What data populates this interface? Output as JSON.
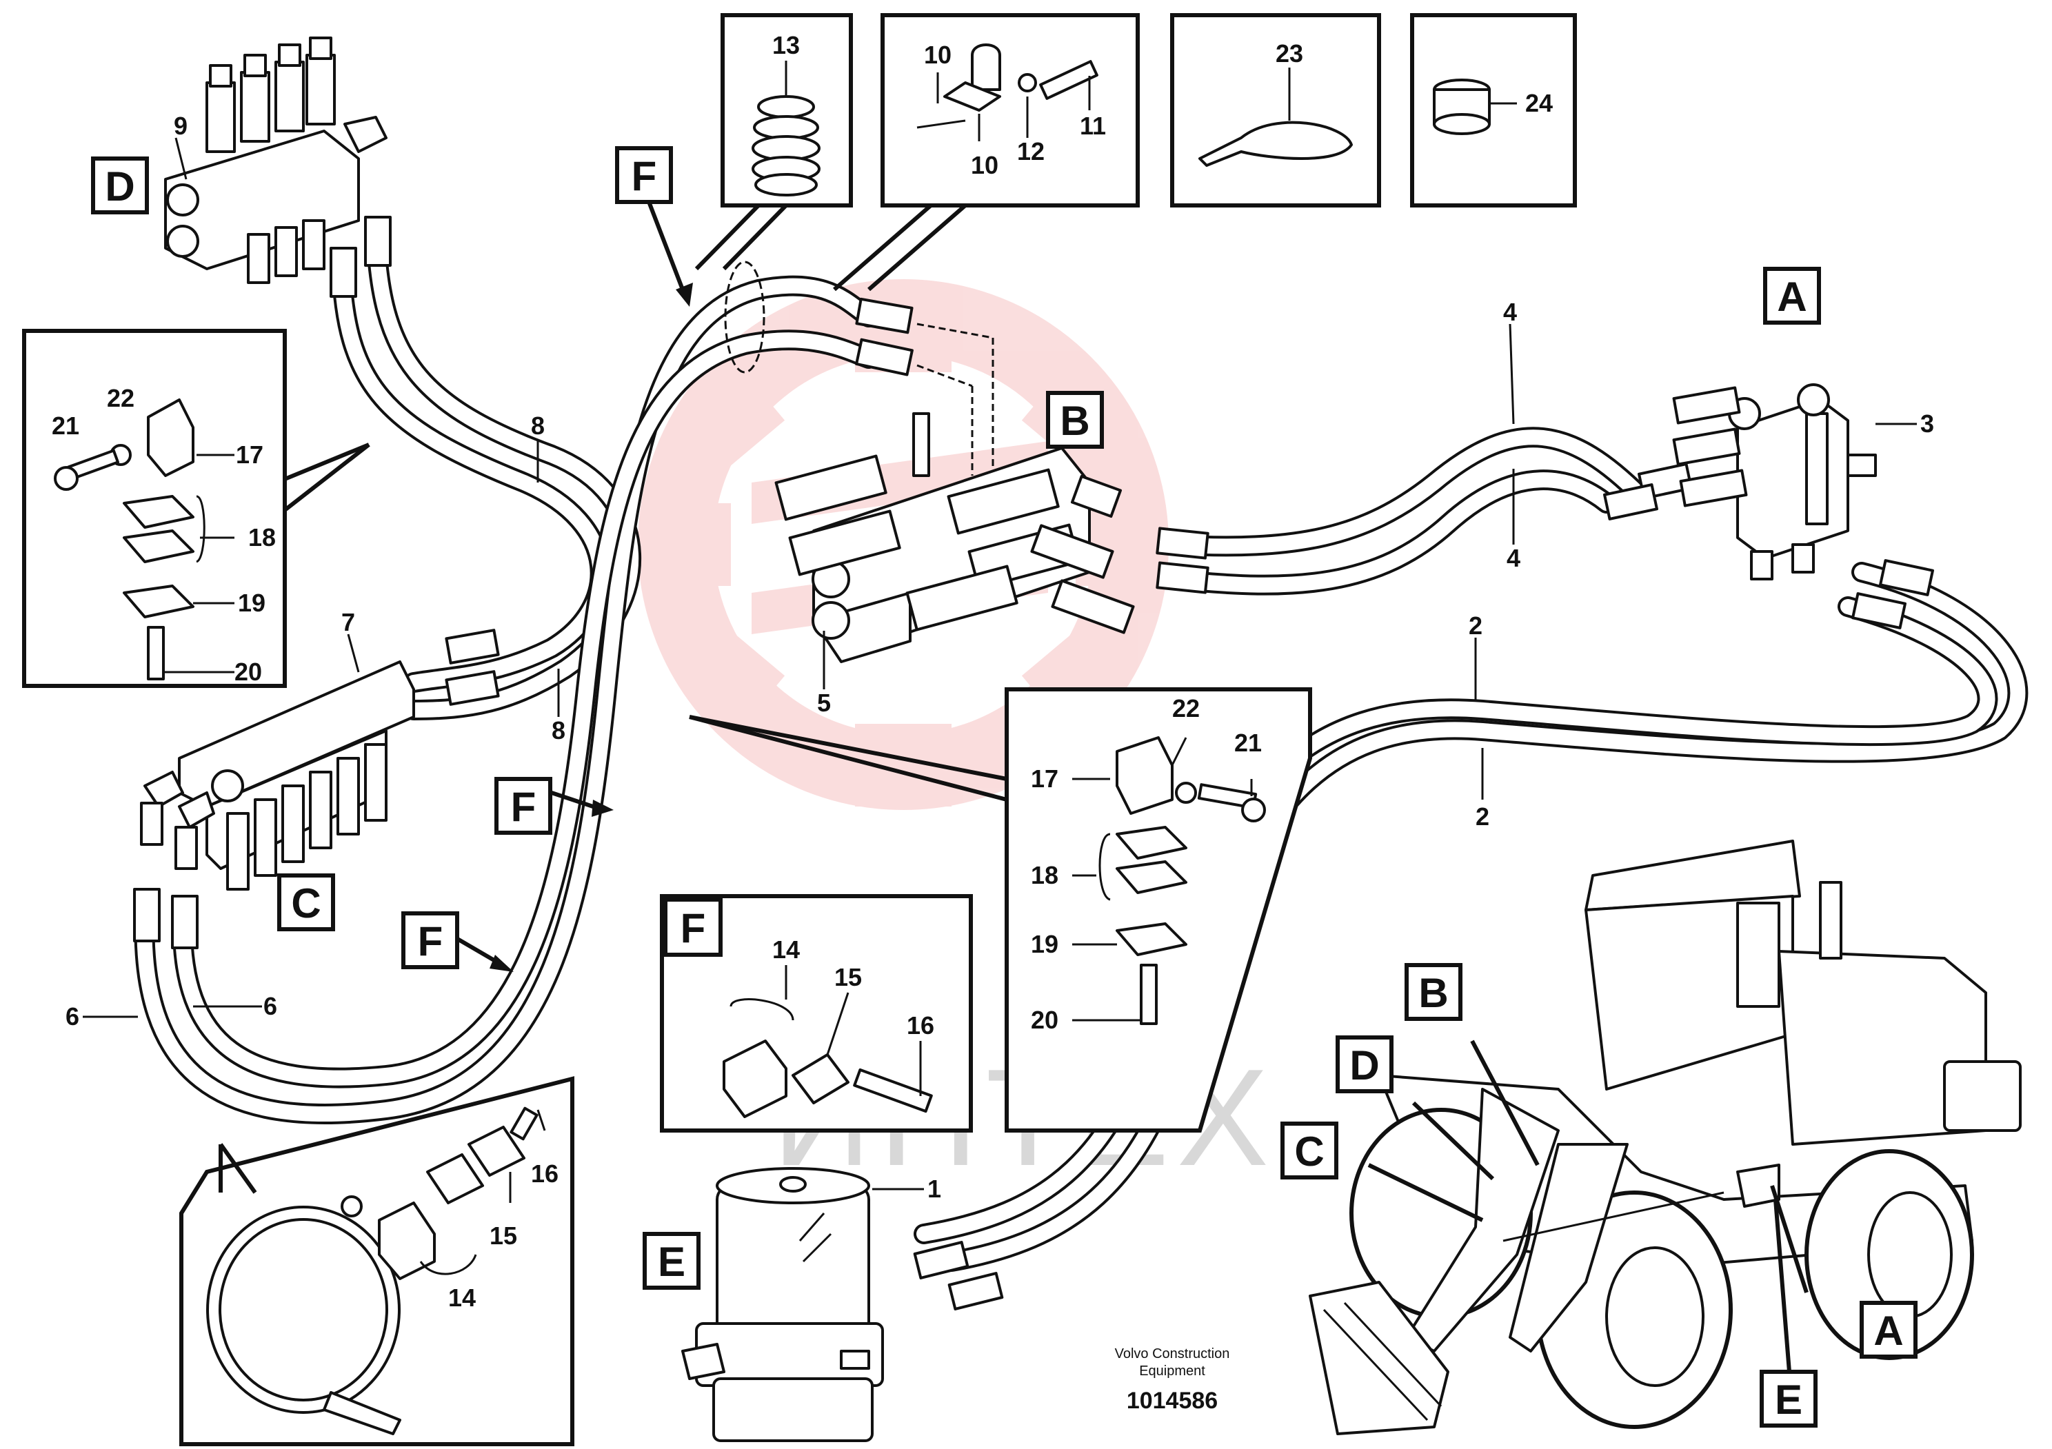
{
  "callouts": {
    "n1": "1",
    "n2a": "2",
    "n2b": "2",
    "n3": "3",
    "n4a": "4",
    "n4b": "4",
    "n5": "5",
    "n6a": "6",
    "n6b": "6",
    "n7": "7",
    "n8a": "8",
    "n8b": "8",
    "n9": "9",
    "n10a": "10",
    "n10b": "10",
    "n11": "11",
    "n12": "12",
    "n13": "13",
    "n14a": "14",
    "n14b": "14",
    "n15a": "15",
    "n15b": "15",
    "n16a": "16",
    "n16b": "16",
    "n17a": "17",
    "n17b": "17",
    "n18a": "18",
    "n18b": "18",
    "n19a": "19",
    "n19b": "19",
    "n20a": "20",
    "n20b": "20",
    "n21a": "21",
    "n21b": "21",
    "n22a": "22",
    "n22b": "22",
    "n23": "23",
    "n24": "24"
  },
  "letters": {
    "A1": "A",
    "A2": "A",
    "B1": "B",
    "B2": "B",
    "C1": "C",
    "C2": "C",
    "D1": "D",
    "D2": "D",
    "E1": "E",
    "E2": "E",
    "F1": "F",
    "F2": "F",
    "F3": "F",
    "F4": "F"
  },
  "footer": {
    "brand_line1": "Volvo Construction",
    "brand_line2": "Equipment",
    "doc_number": "1014586"
  },
  "watermark": {
    "text": "ИНТЕХ",
    "color": "#f2a0a0"
  }
}
